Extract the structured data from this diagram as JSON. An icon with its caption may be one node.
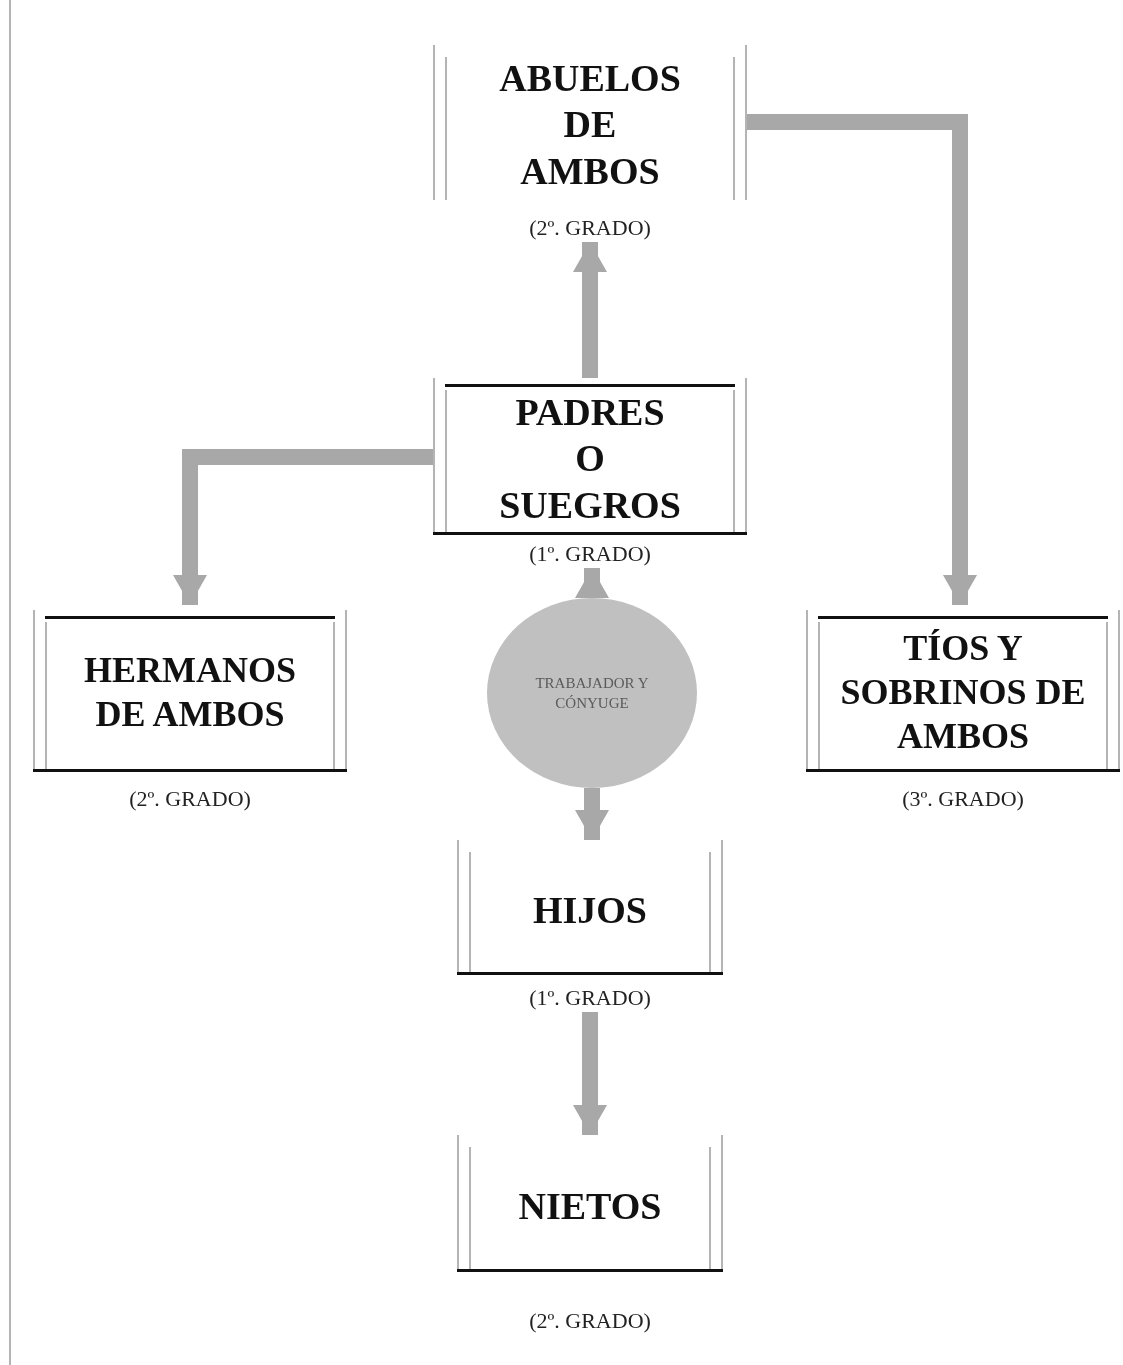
{
  "diagram": {
    "nodes": [
      {
        "text": [
          "ABUELOS DE AMBOS",
          "(2º. GRADO)"
        ]
      },
      {
        "text": [
          "PADRES O SUEGROS",
          "(1º. GRADO)"
        ]
      },
      {
        "text": [
          "HERMANOS DE AMBOS",
          "(2º. GRADO)"
        ]
      },
      {
        "text": [
          "TRABAJADOR Y CÓNYUGE"
        ]
      },
      {
        "text": [
          "TÍOS Y SOBRINOS DE AMBOS",
          "(3º. GRADO)"
        ]
      },
      {
        "text": [
          "HIJOS",
          "(1º. GRADO)"
        ]
      },
      {
        "text": [
          "NIETOS",
          "(2º. GRADO)"
        ]
      }
    ],
    "edges": [
      {
        "from": 1,
        "to": 0,
        "arrow": "to"
      },
      {
        "from": 1,
        "to": 2,
        "arrow": "to"
      },
      {
        "from": 0,
        "to": 4,
        "arrow": "to"
      },
      {
        "from": 3,
        "to": 1,
        "arrow": "to"
      },
      {
        "from": 3,
        "to": 5,
        "arrow": "to"
      },
      {
        "from": 5,
        "to": 6,
        "arrow": "to"
      }
    ]
  }
}
